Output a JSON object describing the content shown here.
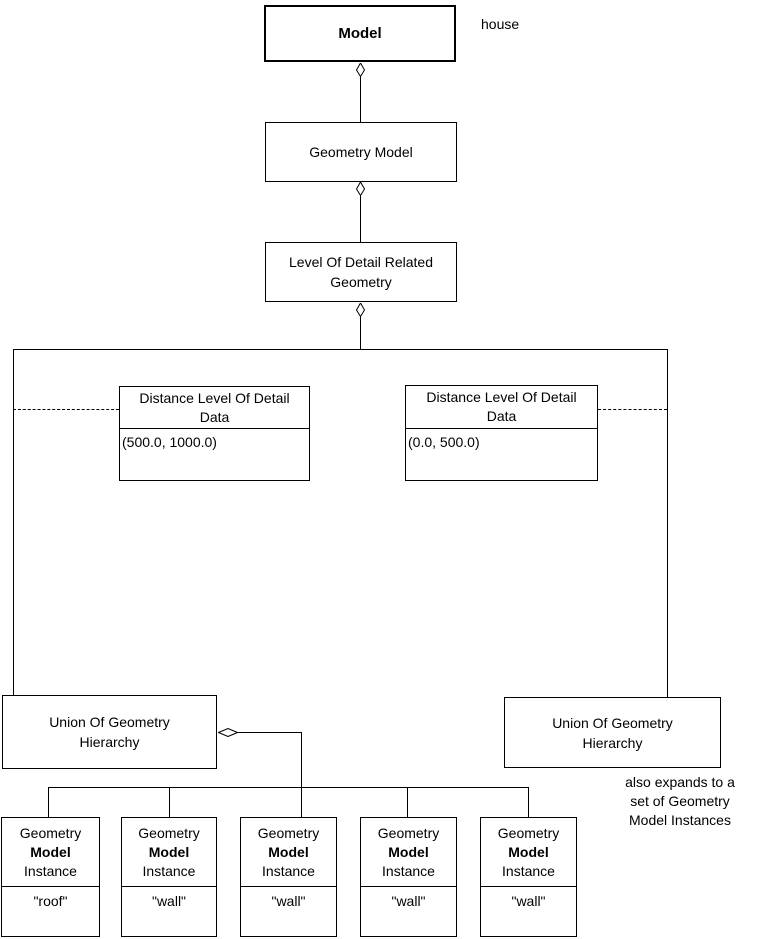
{
  "diagram": {
    "colors": {
      "background": "#ffffff",
      "line": "#000000"
    },
    "nodes": {
      "model": {
        "title": "Model"
      },
      "geometry_model": {
        "title": "Geometry Model"
      },
      "lod_related_geometry": {
        "title": "Level Of Detail Related Geometry"
      },
      "distance_lod_left": {
        "title": "Distance Level Of Detail Data",
        "value": "(500.0, 1000.0)"
      },
      "distance_lod_right": {
        "title": "Distance Level Of Detail Data",
        "value": "(0.0, 500.0)"
      },
      "union_left": {
        "title": "Union Of Geometry Hierarchy"
      },
      "union_right": {
        "title": "Union Of Geometry Hierarchy"
      },
      "instances": [
        {
          "title_lines": [
            "Geometry",
            "Model",
            "Instance"
          ],
          "value": "\"roof\""
        },
        {
          "title_lines": [
            "Geometry",
            "Model",
            "Instance"
          ],
          "value": "\"wall\""
        },
        {
          "title_lines": [
            "Geometry",
            "Model",
            "Instance"
          ],
          "value": "\"wall\""
        },
        {
          "title_lines": [
            "Geometry",
            "Model",
            "Instance"
          ],
          "value": "\"wall\""
        },
        {
          "title_lines": [
            "Geometry",
            "Model",
            "Instance"
          ],
          "value": "\"wall\""
        }
      ]
    },
    "annotations": {
      "house": "house",
      "expands_note": [
        "also expands to a",
        "set of Geometry",
        "Model Instances"
      ]
    }
  }
}
